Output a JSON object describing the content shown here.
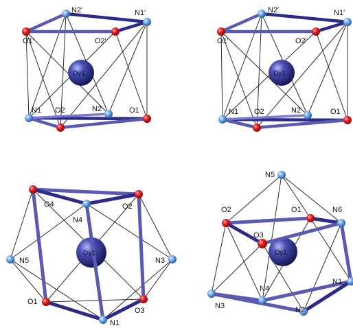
{
  "colors": {
    "thin_edge": "#2b2b2b",
    "thick_edge": "#5a5ab0",
    "thick_edge_dark": "#2b2b8a",
    "oxygen": "#e11e1e",
    "nitrogen": "#5c9ee8",
    "dysprosium": "#2a2f8c"
  },
  "panels": [
    {
      "id": "panel-a",
      "labels": {
        "n2p": "N2′",
        "n1p": "N1′",
        "o1p": "O1′",
        "o2p": "O2′",
        "dy": "Dy1",
        "n1": "N1",
        "o2": "O2",
        "n2": "N2",
        "o1": "O1"
      }
    },
    {
      "id": "panel-b",
      "labels": {
        "n2p": "N2′",
        "n1p": "N1′",
        "o1p": "O1′",
        "o2p": "O2′",
        "dy": "Dy1",
        "n1": "N1",
        "o2": "O2",
        "n2": "N2",
        "o1": "O1"
      }
    },
    {
      "id": "panel-c",
      "labels": {
        "o4": "O4",
        "o2": "O2",
        "n4": "N4",
        "dy": "Dy1",
        "n5": "N5",
        "n3": "N3",
        "o1": "O1",
        "o3": "O3",
        "n1": "N1"
      }
    },
    {
      "id": "panel-d",
      "labels": {
        "n5": "N5",
        "o2": "O2",
        "o1": "O1",
        "n6": "N6",
        "o3": "O3",
        "dy": "Dy1",
        "n4": "N4",
        "n1": "N1",
        "n3": "N3",
        "n2": "N2"
      }
    }
  ]
}
